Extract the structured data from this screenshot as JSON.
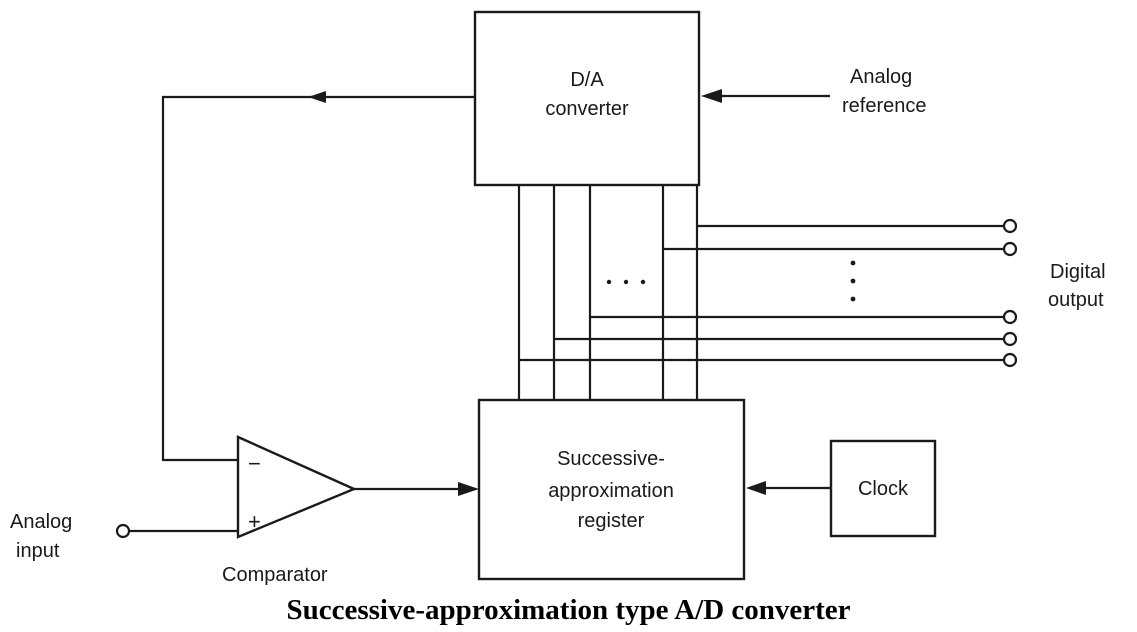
{
  "dac": {
    "line1": "D/A",
    "line2": "converter"
  },
  "analog_reference": {
    "line1": "Analog",
    "line2": "reference"
  },
  "digital_output": {
    "line1": "Digital",
    "line2": "output"
  },
  "sar": {
    "line1": "Successive-",
    "line2": "approximation",
    "line3": "register"
  },
  "clock": {
    "label": "Clock"
  },
  "comparator": {
    "label": "Comparator",
    "minus": "−",
    "plus": "+"
  },
  "analog_input": {
    "line1": "Analog",
    "line2": "input"
  },
  "caption": "Successive-approximation type A/D converter"
}
